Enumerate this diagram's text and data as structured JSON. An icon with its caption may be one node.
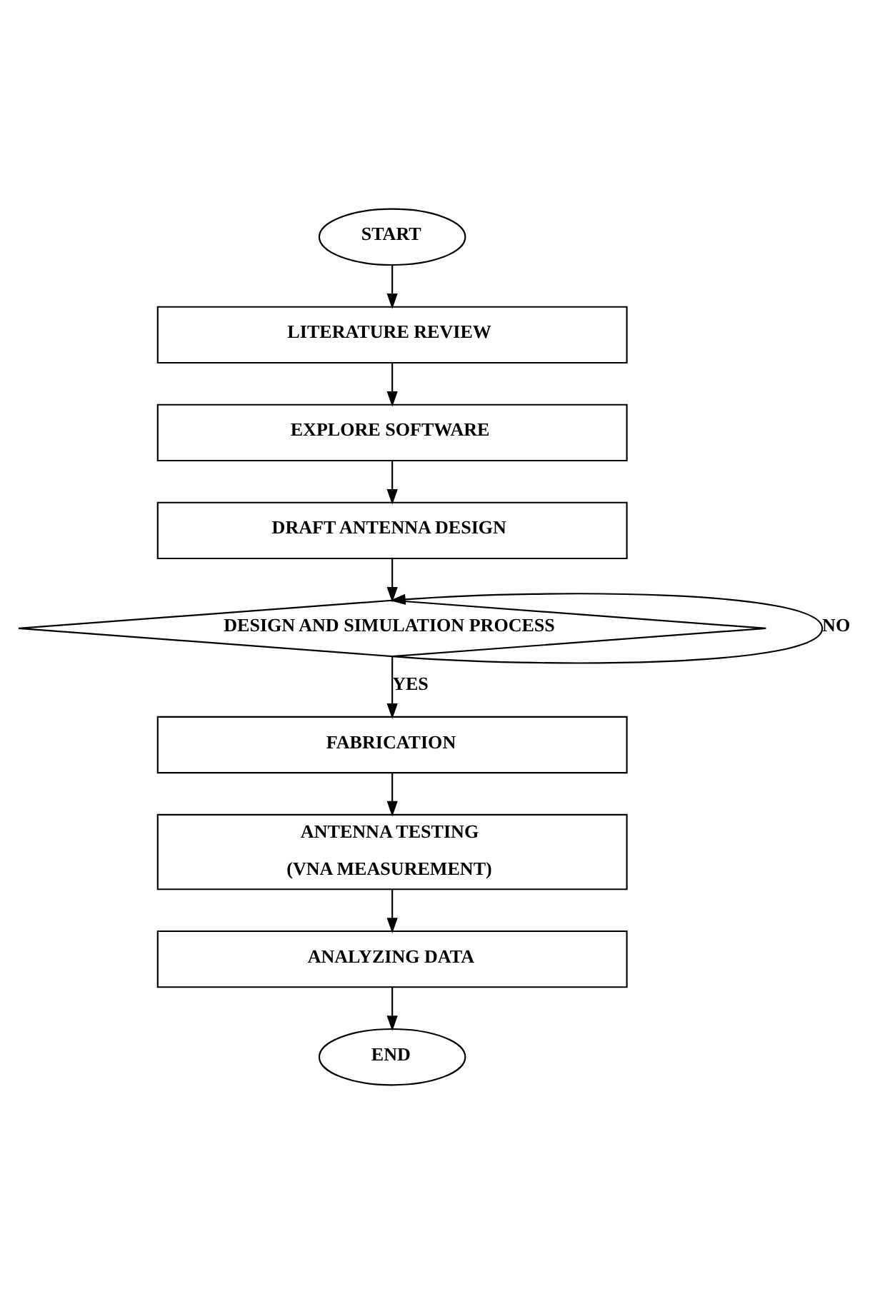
{
  "diagram": {
    "nodes": [
      {
        "text": [
          "START"
        ]
      },
      {
        "text": [
          "LITERATURE REVIEW"
        ]
      },
      {
        "text": [
          "EXPLORE SOFTWARE"
        ]
      },
      {
        "text": [
          "DRAFT ANTENNA DESIGN"
        ]
      },
      {
        "text": [
          "DESIGN AND SIMULATION PROCESS"
        ]
      },
      {
        "text": [
          "FABRICATION"
        ]
      },
      {
        "text": [
          "ANTENNA TESTING",
          "(VNA MEASUREMENT)"
        ]
      },
      {
        "text": [
          "ANALYZING DATA"
        ]
      },
      {
        "text": [
          "END"
        ]
      }
    ],
    "edges": [
      {
        "from": 0,
        "to": 1,
        "arrow": "to"
      },
      {
        "from": 1,
        "to": 2,
        "arrow": "to"
      },
      {
        "from": 2,
        "to": 3,
        "arrow": "to"
      },
      {
        "from": 3,
        "to": 4,
        "arrow": "to"
      },
      {
        "from": 4,
        "to": 4,
        "arrow": "to",
        "label": "NO"
      },
      {
        "from": 4,
        "to": 5,
        "arrow": "to",
        "label": "YES"
      },
      {
        "from": 5,
        "to": 6,
        "arrow": "to"
      },
      {
        "from": 6,
        "to": 7,
        "arrow": "to"
      },
      {
        "from": 7,
        "to": 8,
        "arrow": "to"
      }
    ]
  }
}
